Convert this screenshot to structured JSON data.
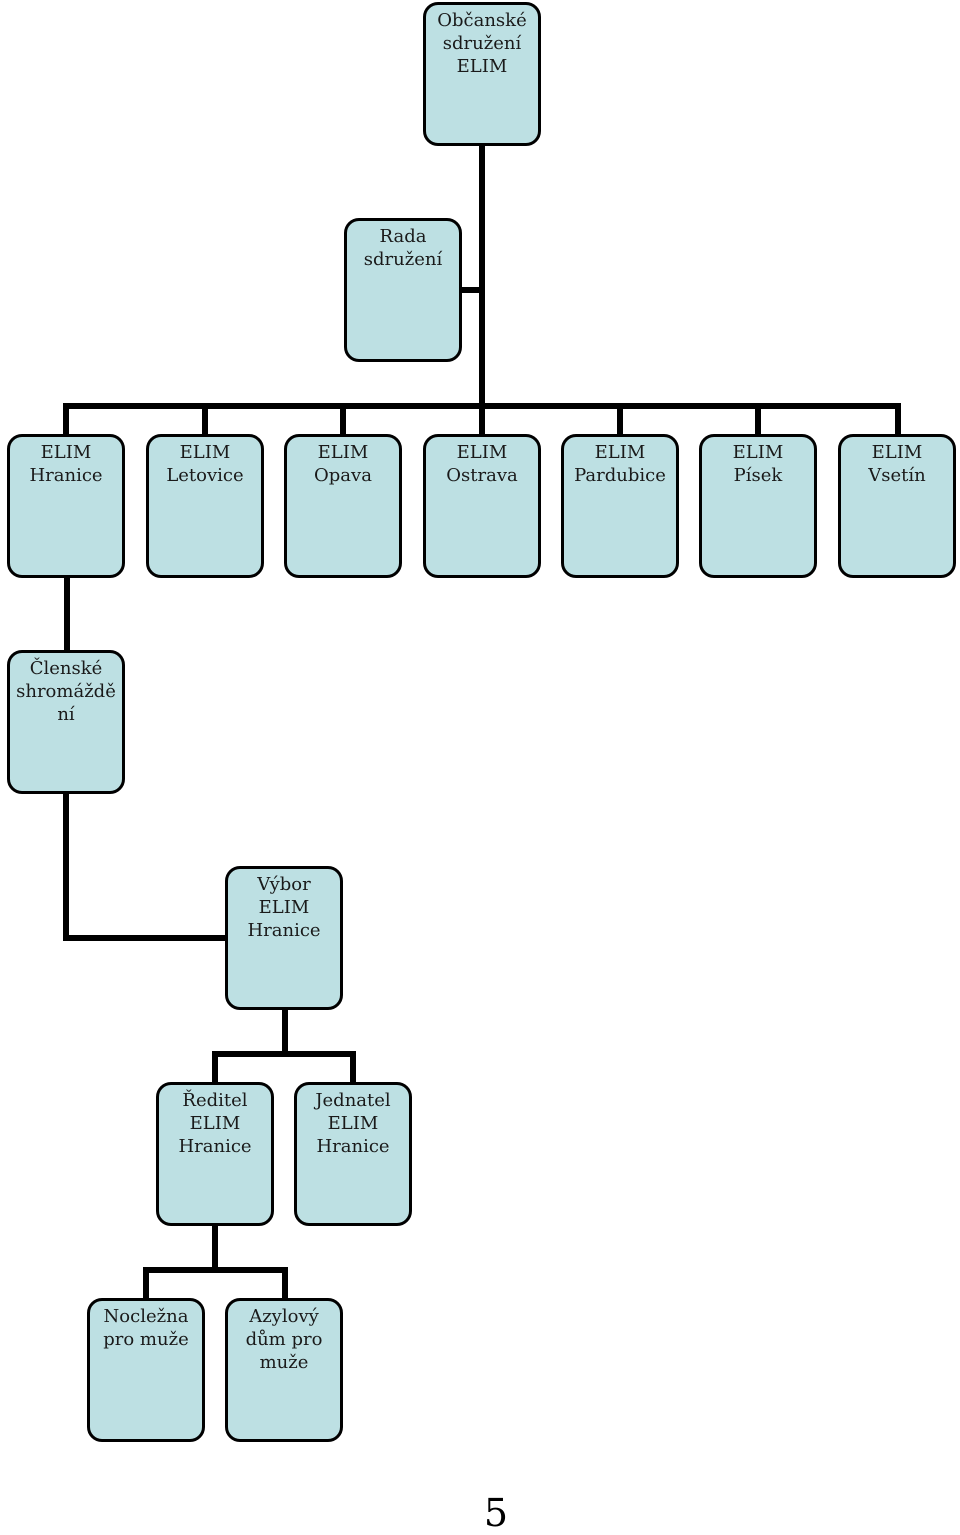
{
  "diagram": {
    "colors": {
      "node_fill": "#bde0e3",
      "node_border": "#000000",
      "connector": "#000000"
    },
    "nodes": {
      "root": "Občanské\nsdružení\nELIM",
      "council": "Rada\nsdružení",
      "hranice": "ELIM\nHranice",
      "letovice": "ELIM\nLetovice",
      "opava": "ELIM\nOpava",
      "ostrava": "ELIM\nOstrava",
      "pardubice": "ELIM\nPardubice",
      "pisek": "ELIM\nPísek",
      "vsetin": "ELIM\nVsetín",
      "assembly": "Členské\nshromáždě\nní",
      "committee": "Výbor\nELIM\nHranice",
      "director": "Ředitel\nELIM\nHranice",
      "executive": "Jednatel\nELIM\nHranice",
      "shelter": "Nocležna\npro muže",
      "asylum": "Azylový\ndům pro\nmuže"
    }
  },
  "page": {
    "number": "5"
  }
}
